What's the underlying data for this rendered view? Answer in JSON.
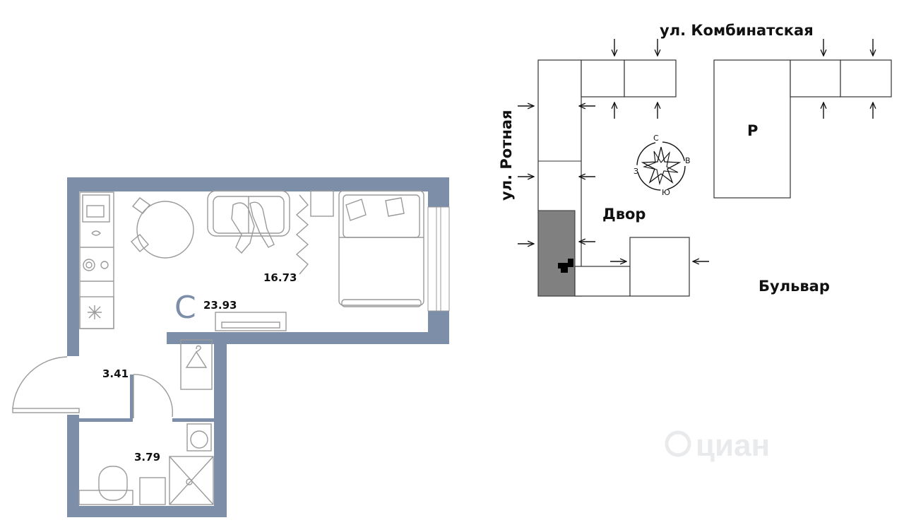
{
  "apartment": {
    "type_letter": "C",
    "total_area": "23.93",
    "rooms": [
      {
        "name": "living-room",
        "area": "16.73"
      },
      {
        "name": "hallway",
        "area": "3.41"
      },
      {
        "name": "bathroom",
        "area": "3.79"
      }
    ]
  },
  "site_plan": {
    "street_top": "ул. Комбинатская",
    "street_left": "ул. Ротная",
    "yard": "Двор",
    "boulevard": "Бульвар",
    "building_code": "Р"
  },
  "compass": {
    "north": "С",
    "east": "В",
    "south": "Ю",
    "west": "З"
  },
  "watermark": "циан",
  "colors": {
    "wall": "#7d8ea8",
    "highlight": "#808080",
    "furniture": "#9a9a9a"
  }
}
